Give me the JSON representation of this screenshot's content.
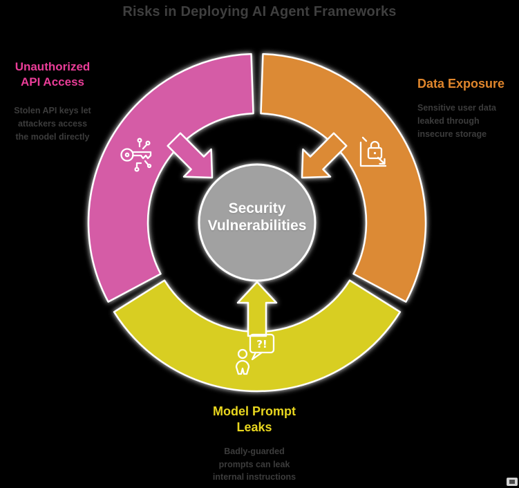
{
  "title": "Risks in Deploying AI Agent Frameworks",
  "center_label": {
    "line1": "Security",
    "line2": "Vulnerabilities"
  },
  "sections": {
    "unauthorized_api": {
      "heading_line1": "Unauthorized",
      "heading_line2": "API Access",
      "desc_lines": [
        "Stolen API keys let",
        "attackers access",
        "the model directly"
      ]
    },
    "data_exposure": {
      "heading": "Data Exposure",
      "desc_lines": [
        "Sensitive user data",
        "leaked through",
        "insecure storage"
      ]
    },
    "model_prompt_leaks": {
      "heading_line1": "Model Prompt",
      "heading_line2": "Leaks",
      "desc_lines": [
        "Badly-guarded",
        "prompts can leak",
        "internal instructions"
      ]
    }
  },
  "icons": {
    "api_key_icon": "digital-key-with-circuit-nodes",
    "data_lock_icon": "padlock-with-frame-and-arrow",
    "prompt_person_icon": "person-with-speech-bubble",
    "bubble_text": "?!"
  },
  "colors": {
    "pink": "#d55ba6",
    "pink_heading": "#ea3d98",
    "orange": "#dc8a35",
    "orange_heading": "#e0862c",
    "yellow": "#d8ce22",
    "yellow_heading": "#e8d61f",
    "gray_center": "#a1a1a1",
    "muted_text": "#3c3c3c",
    "background": "#000000",
    "outline": "#ffffff"
  }
}
